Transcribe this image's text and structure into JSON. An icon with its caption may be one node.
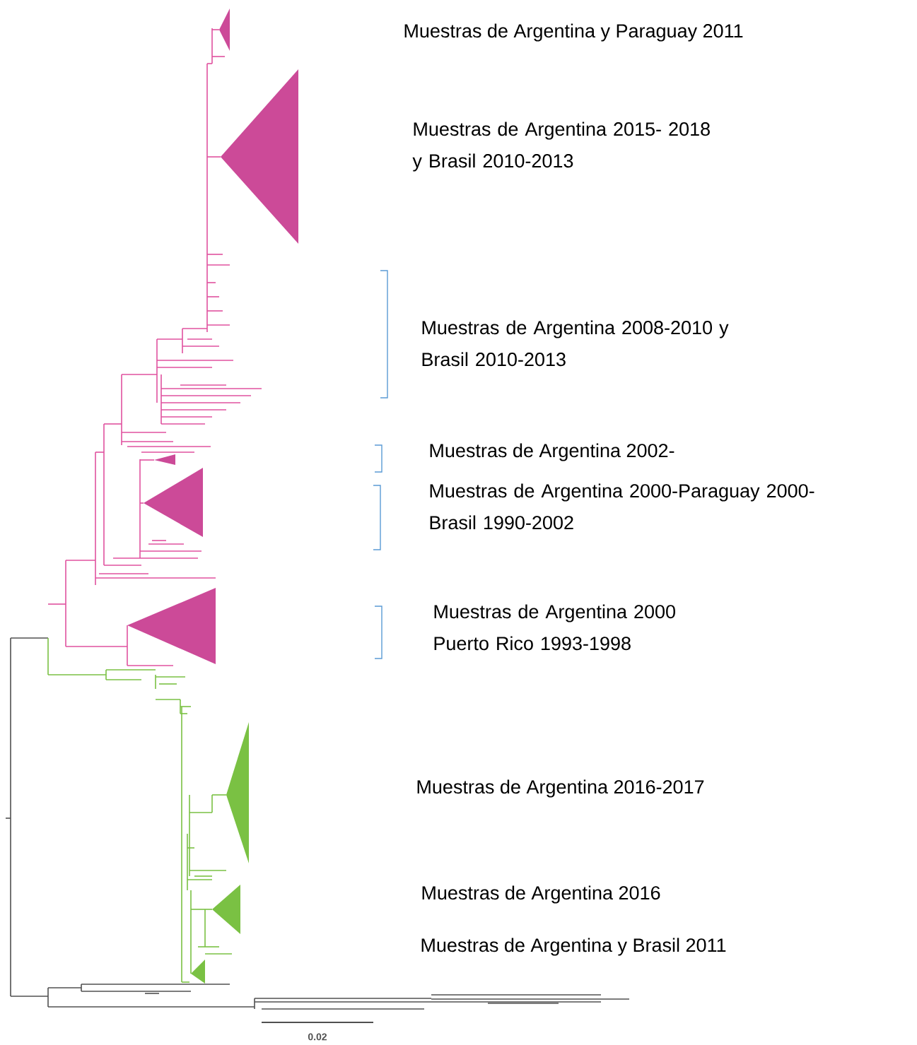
{
  "diagram": {
    "labels": [
      "Muestras de Argentina y Paraguay 2011",
      "Muestras de Argentina 2015- 2018 y Brasil 2010-2013",
      "Muestras de Argentina 2008-2010 y Brasil 2010-2013",
      "Muestras de Argentina 2002-",
      "Muestras de Argentina 2000-Paraguay 2000- Brasil 1990-2002",
      "Muestras de Argentina 2000 Puerto Rico 1993-1998",
      "Muestras de Argentina 2016-2017",
      "Muestras de Argentina 2016",
      "Muestras de Argentina y Brasil 2011",
      "0.02"
    ]
  }
}
